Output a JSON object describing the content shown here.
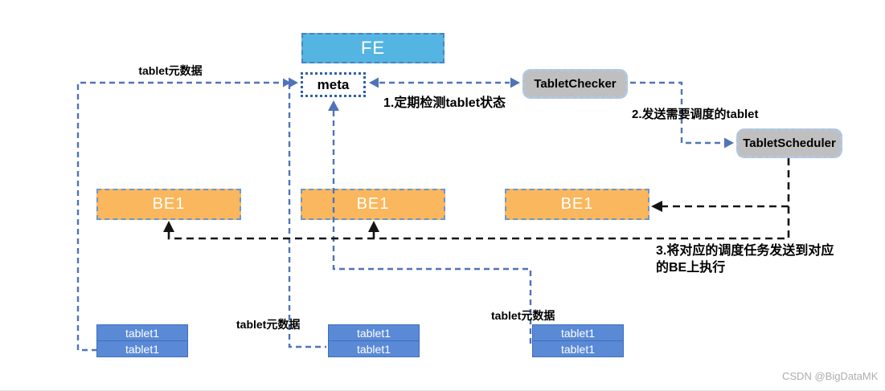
{
  "diagram": {
    "nodes": {
      "fe": "FE",
      "meta": "meta",
      "checker": "TabletChecker",
      "scheduler": "TabletScheduler",
      "be1": "BE1",
      "be2": "BE1",
      "be3": "BE1"
    },
    "stacks": [
      {
        "rows": [
          "tablet1",
          "tablet1"
        ]
      },
      {
        "rows": [
          "tablet1",
          "tablet1"
        ]
      },
      {
        "rows": [
          "tablet1",
          "tablet1"
        ]
      }
    ],
    "labels": {
      "meta_left": "tablet元数据",
      "meta_mid": "tablet元数据",
      "meta_right": "tablet元数据",
      "step1": "1.定期检测tablet状态",
      "step2": "2.发送需要调度的tablet",
      "step3": "3.将对应的调度任务发送到对应的BE上执行"
    },
    "watermark": "CSDN @BigDataMK",
    "colors": {
      "fe_fill": "#55B5E2",
      "be_fill": "#FBB75D",
      "tablet_fill": "#5A8AD6",
      "tablet_border": "#3E6DBF",
      "gray_node_fill": "#BFBFBF",
      "gray_node_border": "#AEC9E8",
      "meta_border": "#2E5FA8",
      "line_blue": "#4F74B8",
      "line_black": "#141414"
    }
  }
}
